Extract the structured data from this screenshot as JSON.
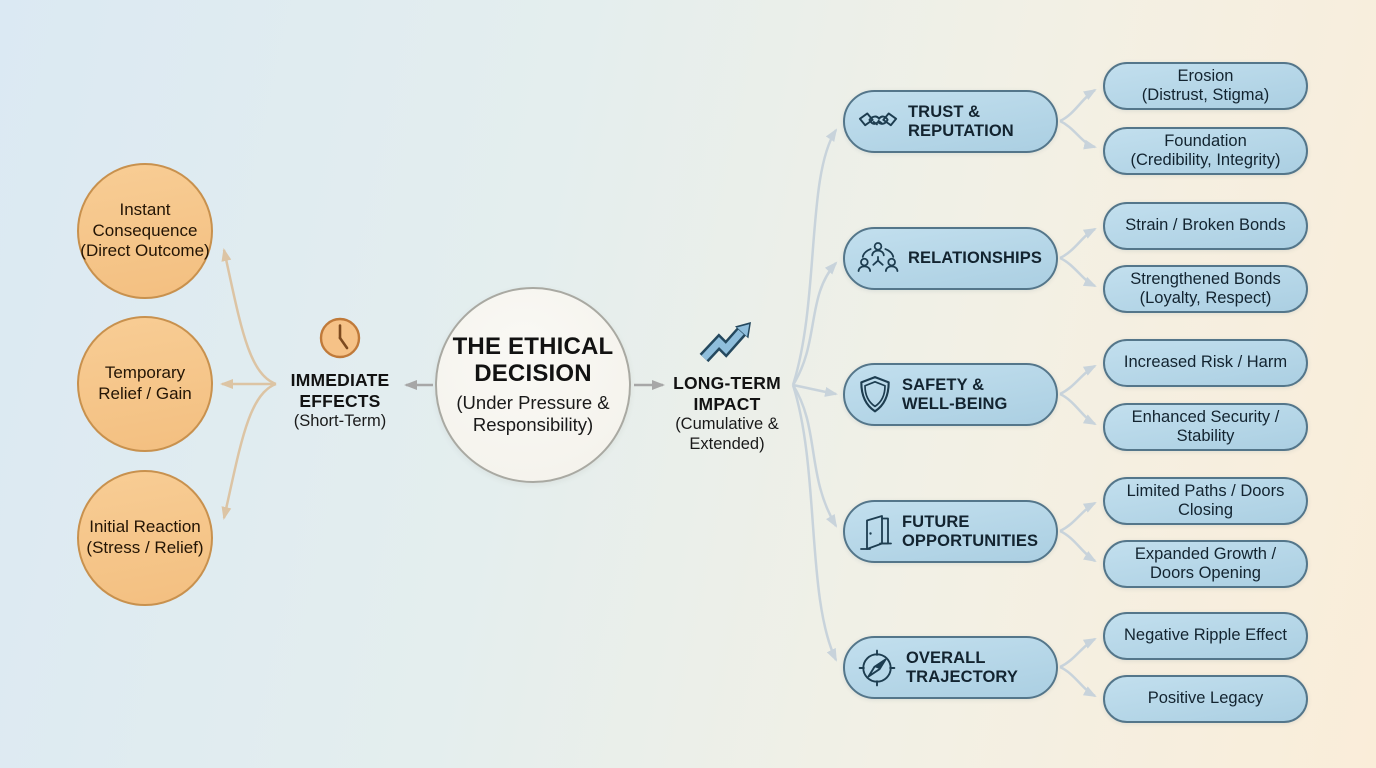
{
  "center": {
    "title": "THE ETHICAL\nDECISION",
    "subtitle": "(Under Pressure &\nResponsibility)"
  },
  "immediate": {
    "icon": "clock-icon",
    "title": "IMMEDIATE\nEFFECTS",
    "subtitle": "(Short-Term)",
    "nodes": [
      {
        "label": "Instant\nConsequence\n(Direct Outcome)"
      },
      {
        "label": "Temporary\nRelief / Gain"
      },
      {
        "label": "Initial Reaction\n(Stress / Relief)"
      }
    ]
  },
  "longterm": {
    "icon": "trend-up-icon",
    "title": "LONG-TERM\nIMPACT",
    "subtitle": "(Cumulative &\nExtended)",
    "branches": [
      {
        "icon": "handshake-icon",
        "label": "TRUST &\nREPUTATION",
        "children": [
          "Erosion\n(Distrust, Stigma)",
          "Foundation\n(Credibility, Integrity)"
        ]
      },
      {
        "icon": "people-network-icon",
        "label": "RELATIONSHIPS",
        "children": [
          "Strain / Broken Bonds",
          "Strengthened Bonds\n(Loyalty, Respect)"
        ]
      },
      {
        "icon": "shield-icon",
        "label": "SAFETY &\nWELL-BEING",
        "children": [
          "Increased Risk / Harm",
          "Enhanced Security /\nStability"
        ]
      },
      {
        "icon": "door-icon",
        "label": "FUTURE\nOPPORTUNITIES",
        "children": [
          "Limited Paths / Doors\nClosing",
          "Expanded Growth /\nDoors Opening"
        ]
      },
      {
        "icon": "compass-icon",
        "label": "OVERALL\nTRAJECTORY",
        "children": [
          "Negative Ripple Effect",
          "Positive Legacy"
        ]
      }
    ]
  },
  "colors": {
    "background_left": "#DBE9F3",
    "background_right": "#FAEDD9",
    "orange_fill": "#F5C488",
    "orange_border": "#C8914E",
    "blue_fill": "#B6D8E8",
    "blue_border": "#54768A",
    "center_fill": "#F6F4EE",
    "connector_gray": "#A7A7A7",
    "connector_tan": "#DCC4A4",
    "connector_steel": "#C8D3DB",
    "icon_stroke": "#1D3D50"
  }
}
